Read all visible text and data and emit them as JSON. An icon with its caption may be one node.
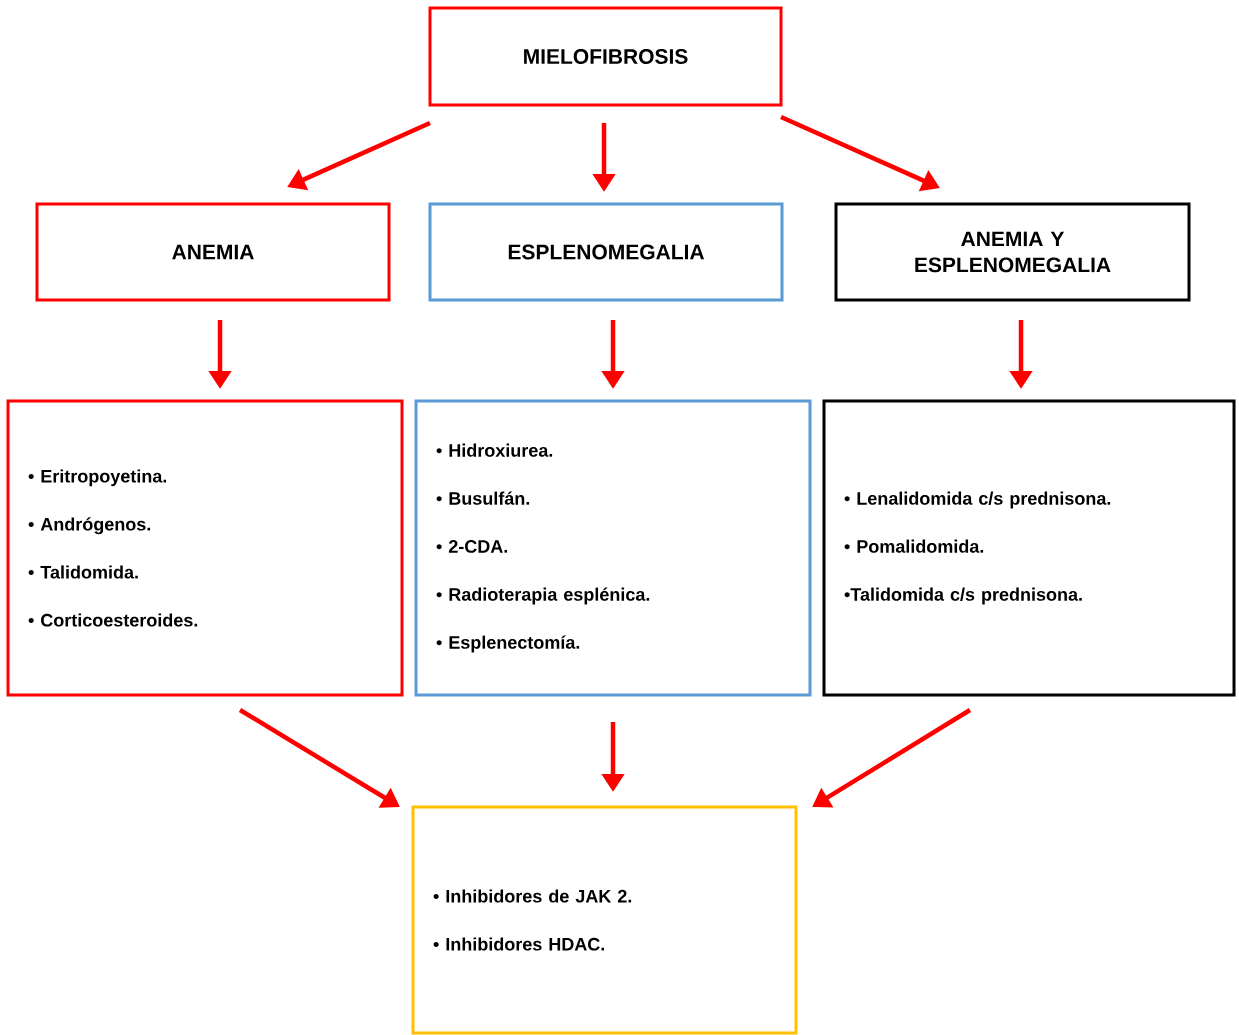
{
  "diagram": {
    "nodes": [
      {
        "text": [
          "MIELOFIBROSIS"
        ]
      },
      {
        "text": [
          "ANEMIA"
        ]
      },
      {
        "text": [
          "ESPLENOMEGALIA"
        ]
      },
      {
        "text": [
          "ANEMIA Y ESPLENOMEGALIA"
        ]
      },
      {
        "text": [
          "• Eritropoyetina.",
          "• Andrógenos.",
          "• Talidomida.",
          "• Corticoesteroides."
        ]
      },
      {
        "text": [
          "• Hidroxiurea.",
          "• Busulfán.",
          "• 2-CDA.",
          "• Radioterapia esplénica.",
          "• Esplenectomía."
        ]
      },
      {
        "text": [
          "• Lenalidomida c/s prednisona.",
          "• Pomalidomida.",
          "•Talidomida c/s prednisona."
        ]
      },
      {
        "text": [
          "• Inhibidores de JAK 2.",
          "• Inhibidores HDAC."
        ]
      }
    ],
    "edges": [
      {
        "from": 0,
        "to": 1,
        "arrow": "to"
      },
      {
        "from": 0,
        "to": 2,
        "arrow": "to"
      },
      {
        "from": 0,
        "to": 3,
        "arrow": "to"
      },
      {
        "from": 1,
        "to": 4,
        "arrow": "to"
      },
      {
        "from": 2,
        "to": 5,
        "arrow": "to"
      },
      {
        "from": 3,
        "to": 6,
        "arrow": "to"
      },
      {
        "from": 4,
        "to": 7,
        "arrow": "to"
      },
      {
        "from": 5,
        "to": 7,
        "arrow": "to"
      },
      {
        "from": 6,
        "to": 7,
        "arrow": "to"
      }
    ]
  }
}
